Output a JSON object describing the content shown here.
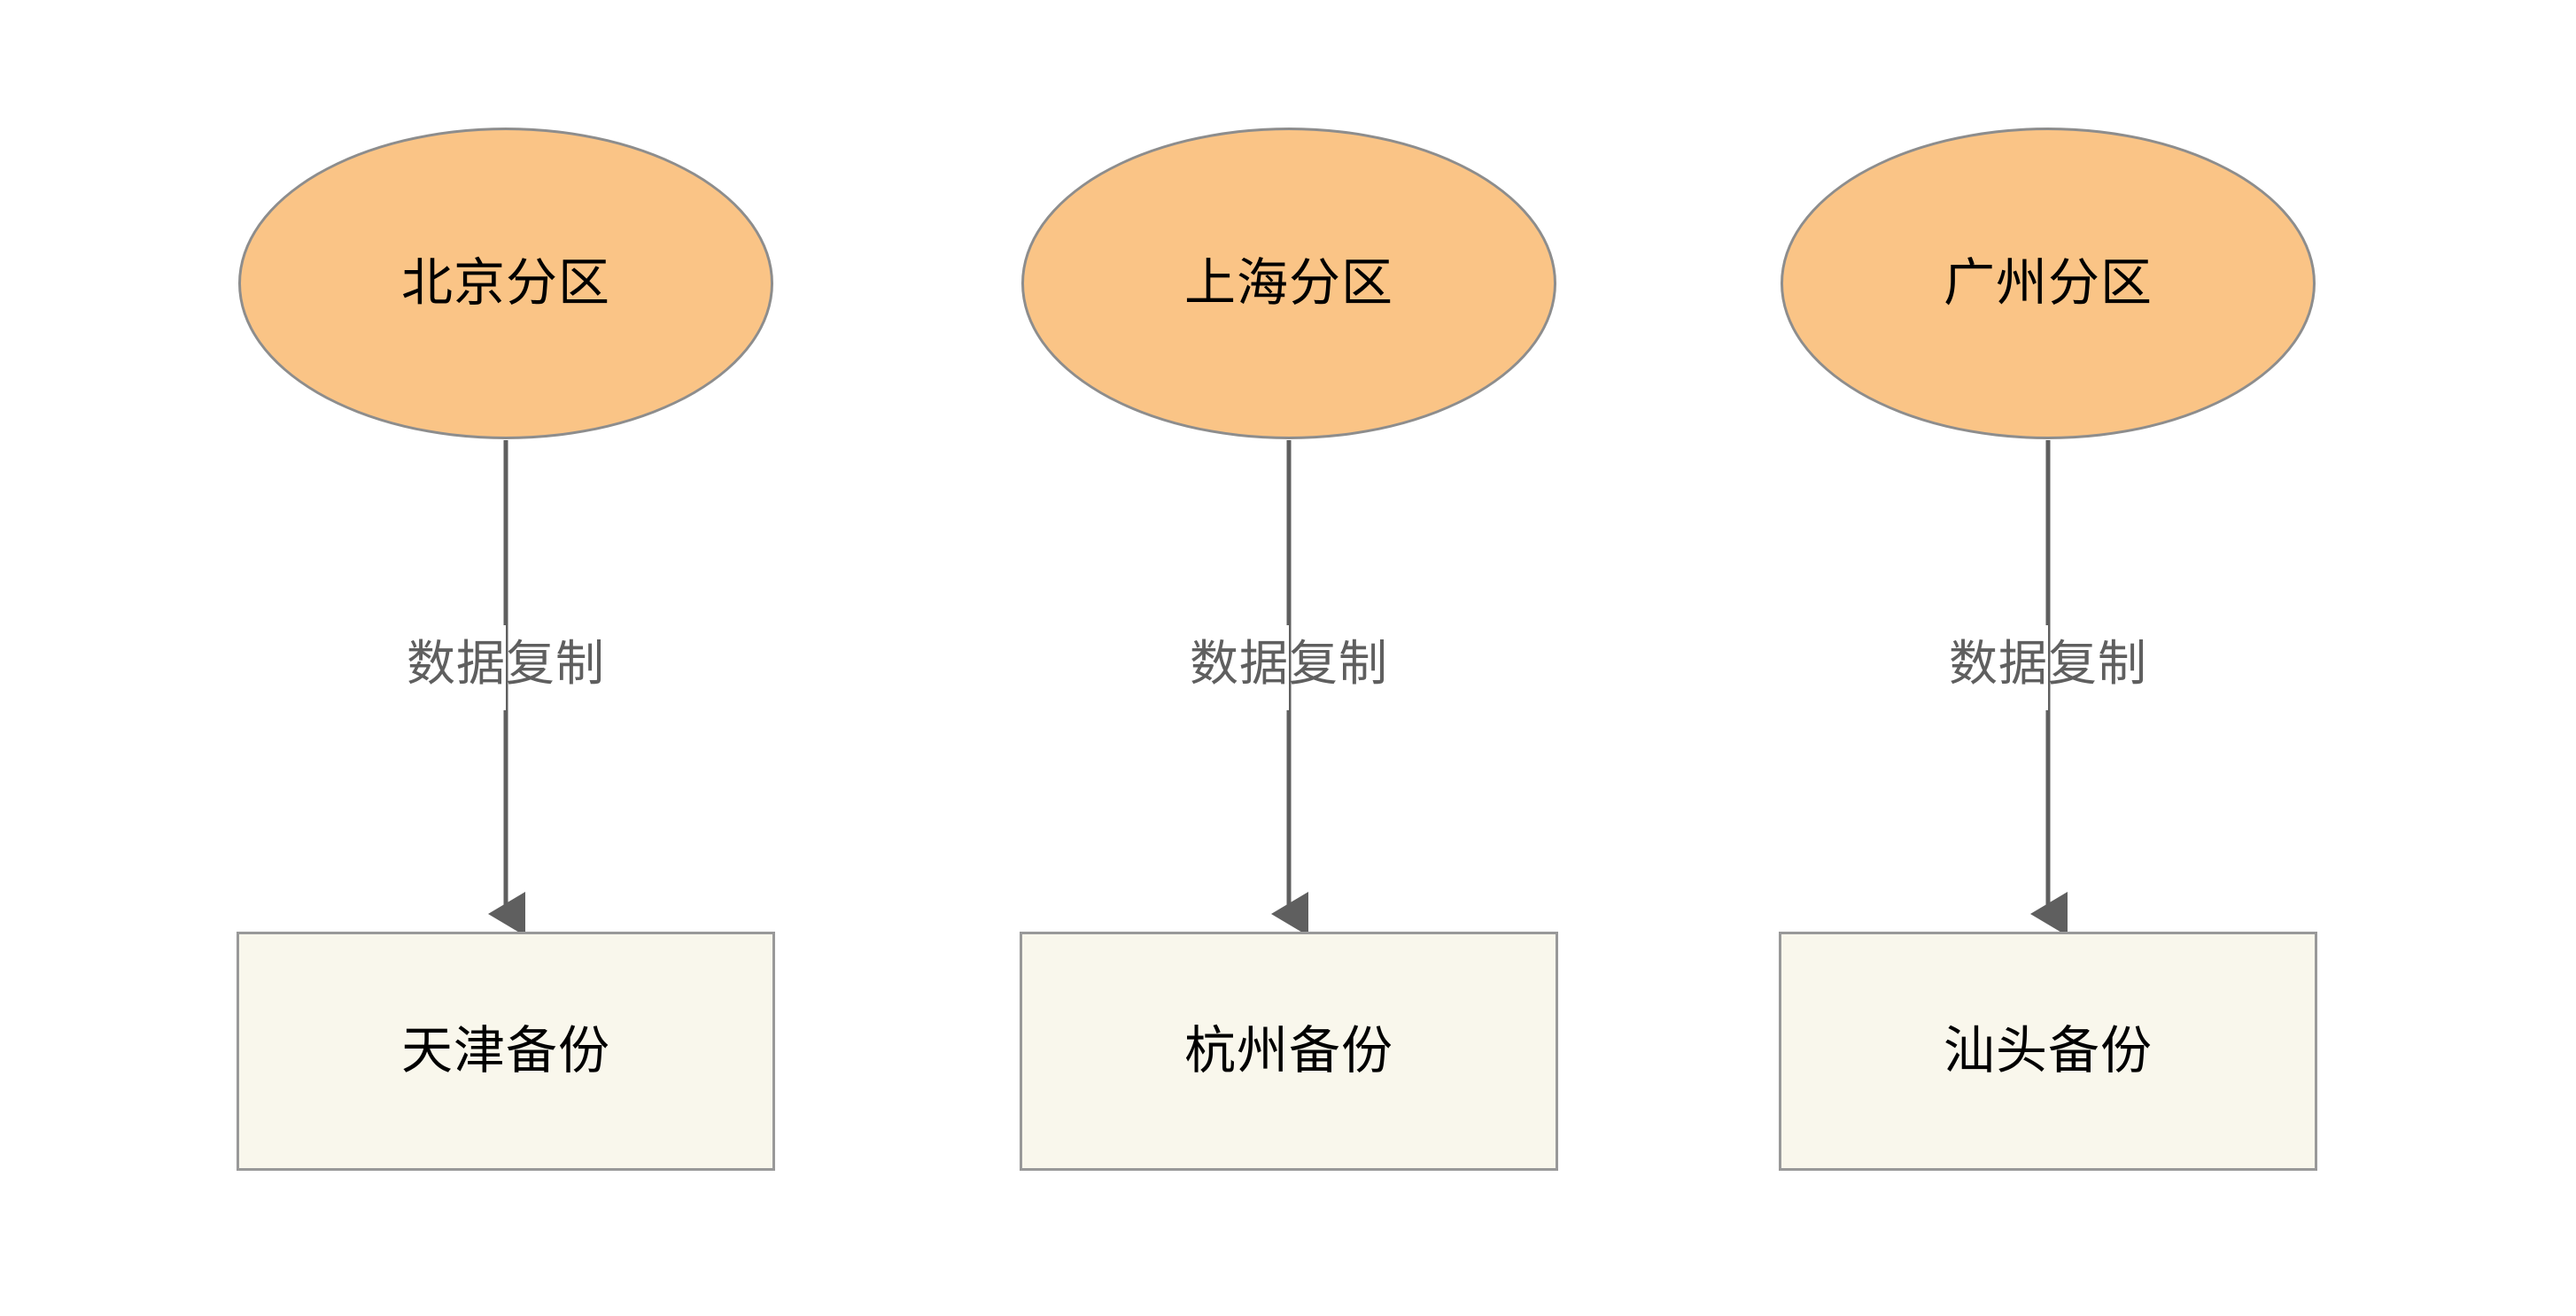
{
  "diagram": {
    "type": "flowchart",
    "orientation": "top-to-bottom",
    "background_color": "#ffffff",
    "columns": [
      {
        "id": "col-beijing",
        "source": {
          "shape": "ellipse",
          "label": "北京分区",
          "fill_color": "#fac486",
          "border_color": "#8d8d8d",
          "text_color": "#000000"
        },
        "edge": {
          "label": "数据复制",
          "line_color": "#5f5f5f",
          "label_color": "#5f5f5f",
          "arrowhead": "filled-triangle",
          "direction": "down"
        },
        "target": {
          "shape": "rectangle",
          "label": "天津备份",
          "fill_color": "#f9f7ec",
          "border_color": "#999999",
          "text_color": "#000000"
        }
      },
      {
        "id": "col-shanghai",
        "source": {
          "shape": "ellipse",
          "label": "上海分区",
          "fill_color": "#fac486",
          "border_color": "#8d8d8d",
          "text_color": "#000000"
        },
        "edge": {
          "label": "数据复制",
          "line_color": "#5f5f5f",
          "label_color": "#5f5f5f",
          "arrowhead": "filled-triangle",
          "direction": "down"
        },
        "target": {
          "shape": "rectangle",
          "label": "杭州备份",
          "fill_color": "#f9f7ec",
          "border_color": "#999999",
          "text_color": "#000000"
        }
      },
      {
        "id": "col-guangzhou",
        "source": {
          "shape": "ellipse",
          "label": "广州分区",
          "fill_color": "#fac486",
          "border_color": "#8d8d8d",
          "text_color": "#000000"
        },
        "edge": {
          "label": "数据复制",
          "line_color": "#5f5f5f",
          "label_color": "#5f5f5f",
          "arrowhead": "filled-triangle",
          "direction": "down"
        },
        "target": {
          "shape": "rectangle",
          "label": "汕头备份",
          "fill_color": "#f9f7ec",
          "border_color": "#999999",
          "text_color": "#000000"
        }
      }
    ]
  }
}
